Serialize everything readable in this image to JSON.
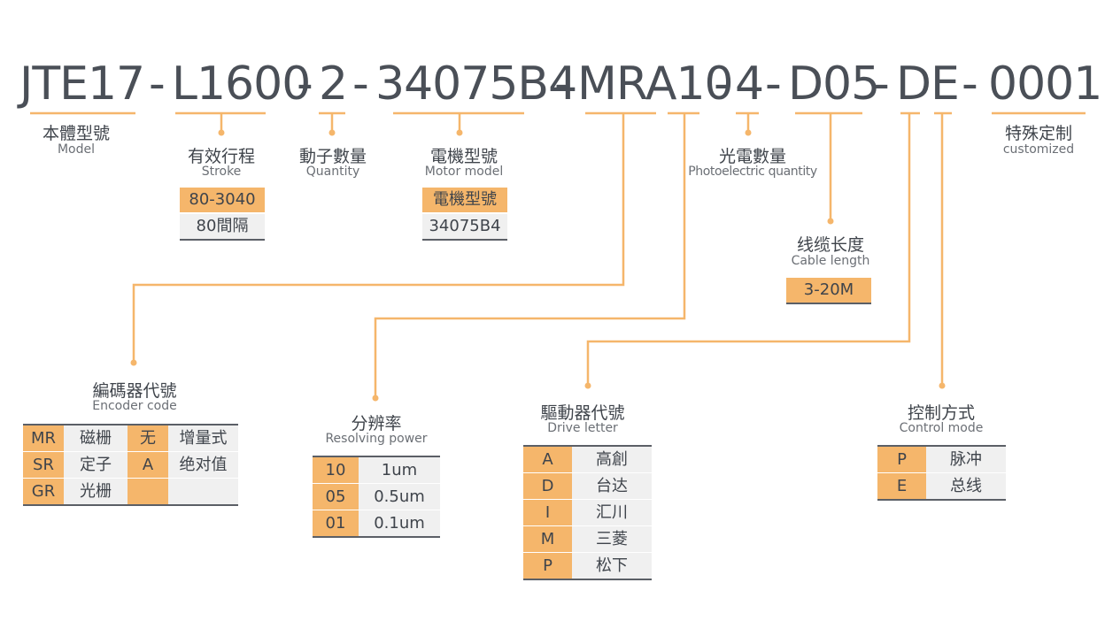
{
  "code": {
    "segments": [
      "JTE17",
      "L1600",
      "2",
      "34075B4",
      "MRA10",
      "4",
      "D05",
      "DE",
      "0001"
    ],
    "separator": "-"
  },
  "labels": {
    "model": {
      "cn": "本體型號",
      "en": "Model"
    },
    "stroke": {
      "cn": "有效行程",
      "en": "Stroke"
    },
    "quantity": {
      "cn": "動子數量",
      "en": "Quantity"
    },
    "motor": {
      "cn": "電機型號",
      "en": "Motor model"
    },
    "photo": {
      "cn": "光電數量",
      "en": "Photoelectric quantity"
    },
    "custom": {
      "cn": "特殊定制",
      "en": "customized"
    },
    "cable": {
      "cn": "线缆长度",
      "en": "Cable length"
    },
    "encoder": {
      "cn": "編碼器代號",
      "en": "Encoder code"
    },
    "resolving": {
      "cn": "分辨率",
      "en": "Resolving power"
    },
    "drive": {
      "cn": "驅動器代號",
      "en": "Drive letter"
    },
    "control": {
      "cn": "控制方式",
      "en": "Control mode"
    }
  },
  "stroke_box": {
    "top": "80-3040",
    "bottom": "80間隔"
  },
  "motor_box": {
    "top": "電機型號",
    "bottom": "34075B4"
  },
  "cable_box": {
    "value": "3-20M"
  },
  "encoder_table": [
    [
      "MR",
      "磁栅",
      "无",
      "增量式"
    ],
    [
      "SR",
      "定子",
      "A",
      "绝对值"
    ],
    [
      "GR",
      "光栅",
      "",
      ""
    ]
  ],
  "resolving_table": [
    [
      "10",
      "1um"
    ],
    [
      "05",
      "0.5um"
    ],
    [
      "01",
      "0.1um"
    ]
  ],
  "drive_table": [
    [
      "A",
      "高創"
    ],
    [
      "D",
      "台达"
    ],
    [
      "I",
      "汇川"
    ],
    [
      "M",
      "三菱"
    ],
    [
      "P",
      "松下"
    ]
  ],
  "control_table": [
    [
      "P",
      "脉冲"
    ],
    [
      "E",
      "总线"
    ]
  ],
  "colors": {
    "accent": "#f5b66b",
    "text": "#4a4f57",
    "cell_grey": "#f0f0f0"
  }
}
